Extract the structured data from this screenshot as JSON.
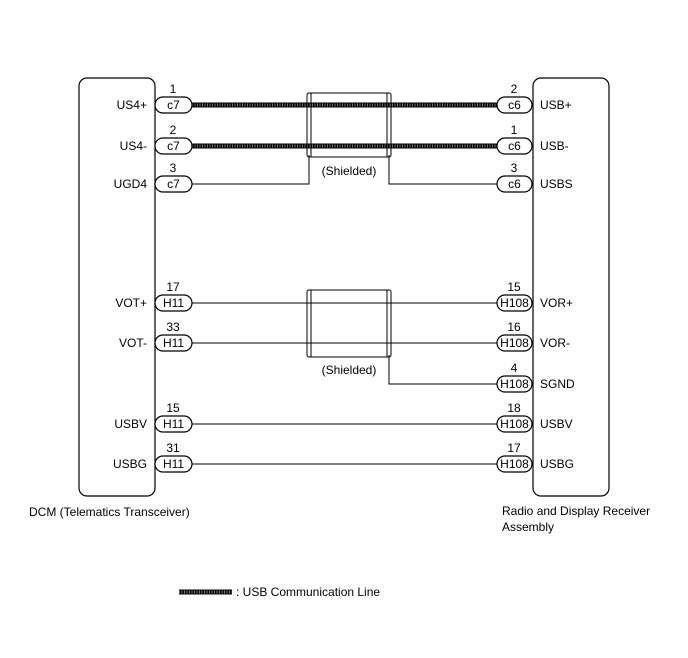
{
  "components": {
    "left": {
      "name": "DCM (Telematics Transceiver)"
    },
    "right": {
      "name_line1": "Radio and Display Receiver",
      "name_line2": "Assembly"
    }
  },
  "shield_label": "(Shielded)",
  "legend": {
    "text": ": USB Communication Line"
  },
  "connections": [
    {
      "left_label": "US4+",
      "left_pin": "1",
      "left_connector": "c7",
      "right_pin": "2",
      "right_connector": "c6",
      "right_label": "USB+",
      "type": "usb"
    },
    {
      "left_label": "US4-",
      "left_pin": "2",
      "left_connector": "c7",
      "right_pin": "1",
      "right_connector": "c6",
      "right_label": "USB-",
      "type": "usb"
    },
    {
      "left_label": "UGD4",
      "left_pin": "3",
      "left_connector": "c7",
      "right_pin": "3",
      "right_connector": "c6",
      "right_label": "USBS",
      "type": "shield-ground"
    },
    {
      "left_label": "VOT+",
      "left_pin": "17",
      "left_connector": "H11",
      "right_pin": "15",
      "right_connector": "H108",
      "right_label": "VOR+",
      "type": "wire"
    },
    {
      "left_label": "VOT-",
      "left_pin": "33",
      "left_connector": "H11",
      "right_pin": "16",
      "right_connector": "H108",
      "right_label": "VOR-",
      "type": "wire"
    },
    {
      "left_label": "",
      "left_pin": "",
      "left_connector": "",
      "right_pin": "4",
      "right_connector": "H108",
      "right_label": "SGND",
      "type": "shield-drain"
    },
    {
      "left_label": "USBV",
      "left_pin": "15",
      "left_connector": "H11",
      "right_pin": "18",
      "right_connector": "H108",
      "right_label": "USBV",
      "type": "wire"
    },
    {
      "left_label": "USBG",
      "left_pin": "31",
      "left_connector": "H11",
      "right_pin": "17",
      "right_connector": "H108",
      "right_label": "USBG",
      "type": "wire"
    }
  ]
}
